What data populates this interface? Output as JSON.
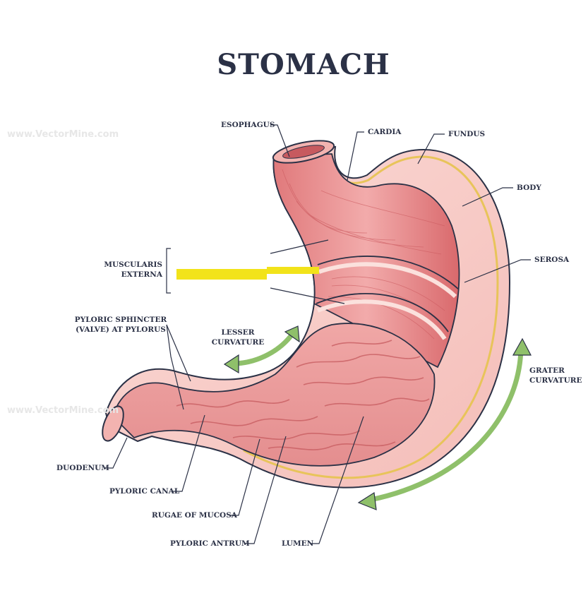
{
  "title": "STOMACH",
  "watermark": "www.VectorMine.com",
  "labels": {
    "esophagus": "ESOPHAGUS",
    "cardia": "CARDIA",
    "fundus": "FUNDUS",
    "body": "BODY",
    "serosa": "SEROSA",
    "muscularis_line1": "MUSCULARIS",
    "muscularis_line2": "EXTERNA",
    "pyloric_sphincter_line1": "PYLORIC SPHINCTER",
    "pyloric_sphincter_line2": "(VALVE) AT PYLORUS",
    "lesser_line1": "LESSER",
    "lesser_line2": "CURVATURE",
    "grater_line1": "GRATER",
    "grater_line2": "CURVATURE",
    "duodenum": "DUODENUM",
    "pyloric_canal": "PYLORIC CANAL",
    "rugae": "RUGAE OF MUCOSA",
    "pyloric_antrum": "PYLORIC ANTRUM",
    "lumen": "LUMEN"
  },
  "colors": {
    "text": "#2b3146",
    "outer_wall": "#f6c7c3",
    "muscle": "#e5898a",
    "muscle_dark": "#cf5f63",
    "mucosa": "#eea3a2",
    "serosa_line": "#e8c45a",
    "arrow": "#8fc06a",
    "highlight": "#f2e31a"
  }
}
